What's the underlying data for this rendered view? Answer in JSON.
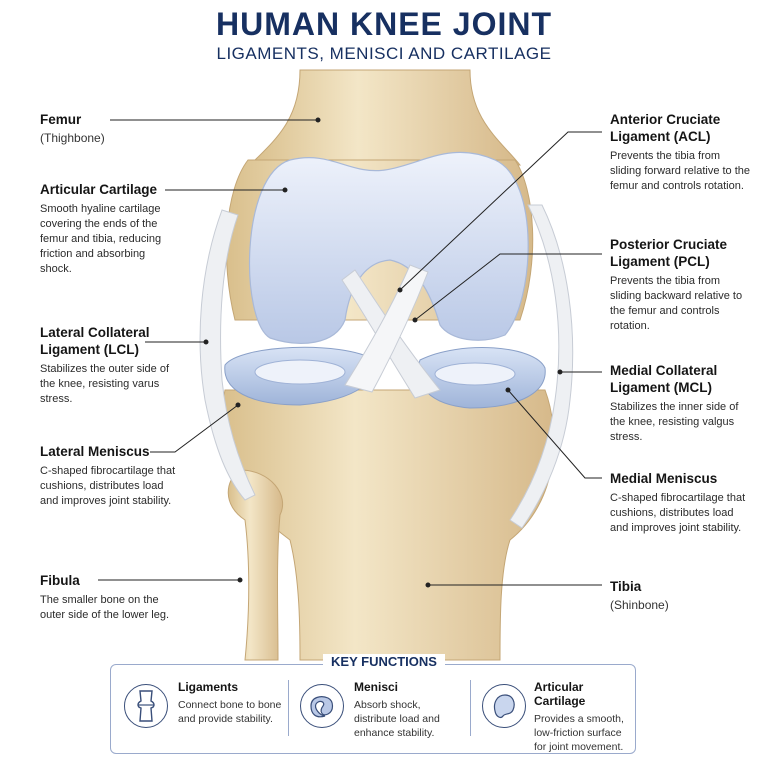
{
  "title": "HUMAN KNEE JOINT",
  "subtitle": "LIGAMENTS, MENISCI AND CARTILAGE",
  "labels": {
    "femur": {
      "name": "Femur",
      "paren": "(Thighbone)"
    },
    "articular_cartilage": {
      "name": "Articular Cartilage",
      "desc": "Smooth hyaline cartilage covering the ends of the femur and tibia, reducing friction and absorbing shock."
    },
    "lcl": {
      "name": "Lateral Collateral Ligament (LCL)",
      "desc": "Stabilizes the outer side of the knee, resisting varus stress."
    },
    "lateral_meniscus": {
      "name": "Lateral Meniscus",
      "desc": "C-shaped fibrocartilage that cushions, distributes load and improves joint stability."
    },
    "fibula": {
      "name": "Fibula",
      "desc": "The smaller bone on the outer side of the lower leg."
    },
    "acl": {
      "name": "Anterior Cruciate Ligament (ACL)",
      "desc": "Prevents the tibia from sliding forward relative to the femur and controls rotation."
    },
    "pcl": {
      "name": "Posterior Cruciate Ligament (PCL)",
      "desc": "Prevents the tibia from sliding backward relative to the femur and controls rotation."
    },
    "mcl": {
      "name": "Medial Collateral Ligament (MCL)",
      "desc": "Stabilizes the inner side of the knee, resisting valgus stress."
    },
    "medial_meniscus": {
      "name": "Medial Meniscus",
      "desc": "C-shaped fibrocartilage that cushions, distributes load and improves joint stability."
    },
    "tibia": {
      "name": "Tibia",
      "paren": "(Shinbone)"
    }
  },
  "key_functions": {
    "title": "KEY FUNCTIONS",
    "items": [
      {
        "name": "Ligaments",
        "desc": "Connect bone to bone and provide stability.",
        "icon": "knee-joint-icon"
      },
      {
        "name": "Menisci",
        "desc": "Absorb shock, distribute load and enhance stability.",
        "icon": "meniscus-icon"
      },
      {
        "name": "Articular Cartilage",
        "desc": "Provides a smooth, low-friction surface for joint movement.",
        "icon": "cartilage-icon"
      }
    ]
  },
  "colors": {
    "title": "#173061",
    "bone": "#e9d6ae",
    "cartilage": "#c9d6ee",
    "ligament": "#eef0f3",
    "leader_line": "#222222"
  }
}
